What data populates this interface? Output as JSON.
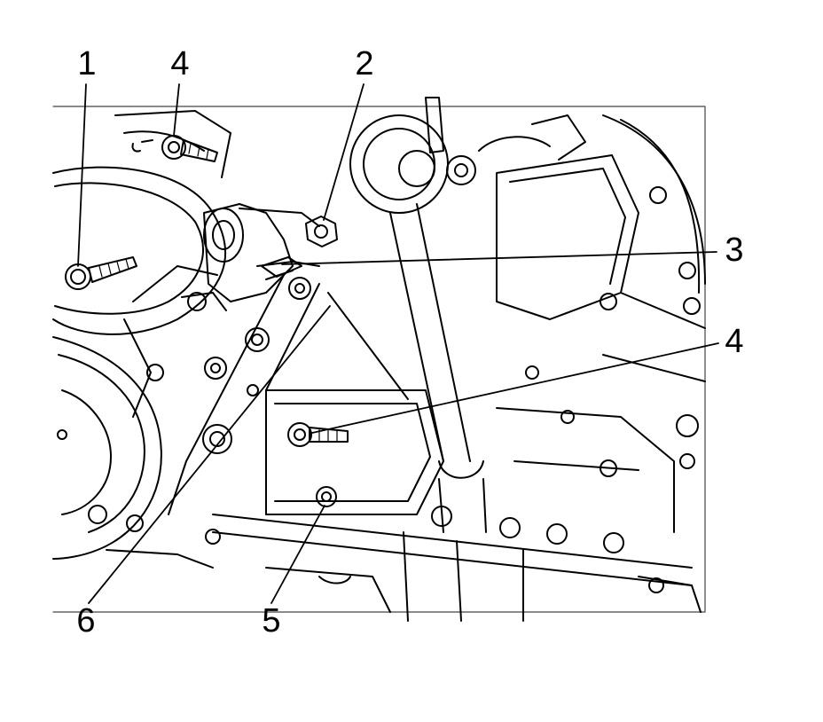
{
  "callouts": [
    {
      "id": "1",
      "label": "1"
    },
    {
      "id": "4a",
      "label": "4"
    },
    {
      "id": "2",
      "label": "2"
    },
    {
      "id": "3",
      "label": "3"
    },
    {
      "id": "4b",
      "label": "4"
    },
    {
      "id": "6",
      "label": "6"
    },
    {
      "id": "5",
      "label": "5"
    }
  ],
  "colors": {
    "ink": "#000000",
    "background": "#ffffff"
  }
}
